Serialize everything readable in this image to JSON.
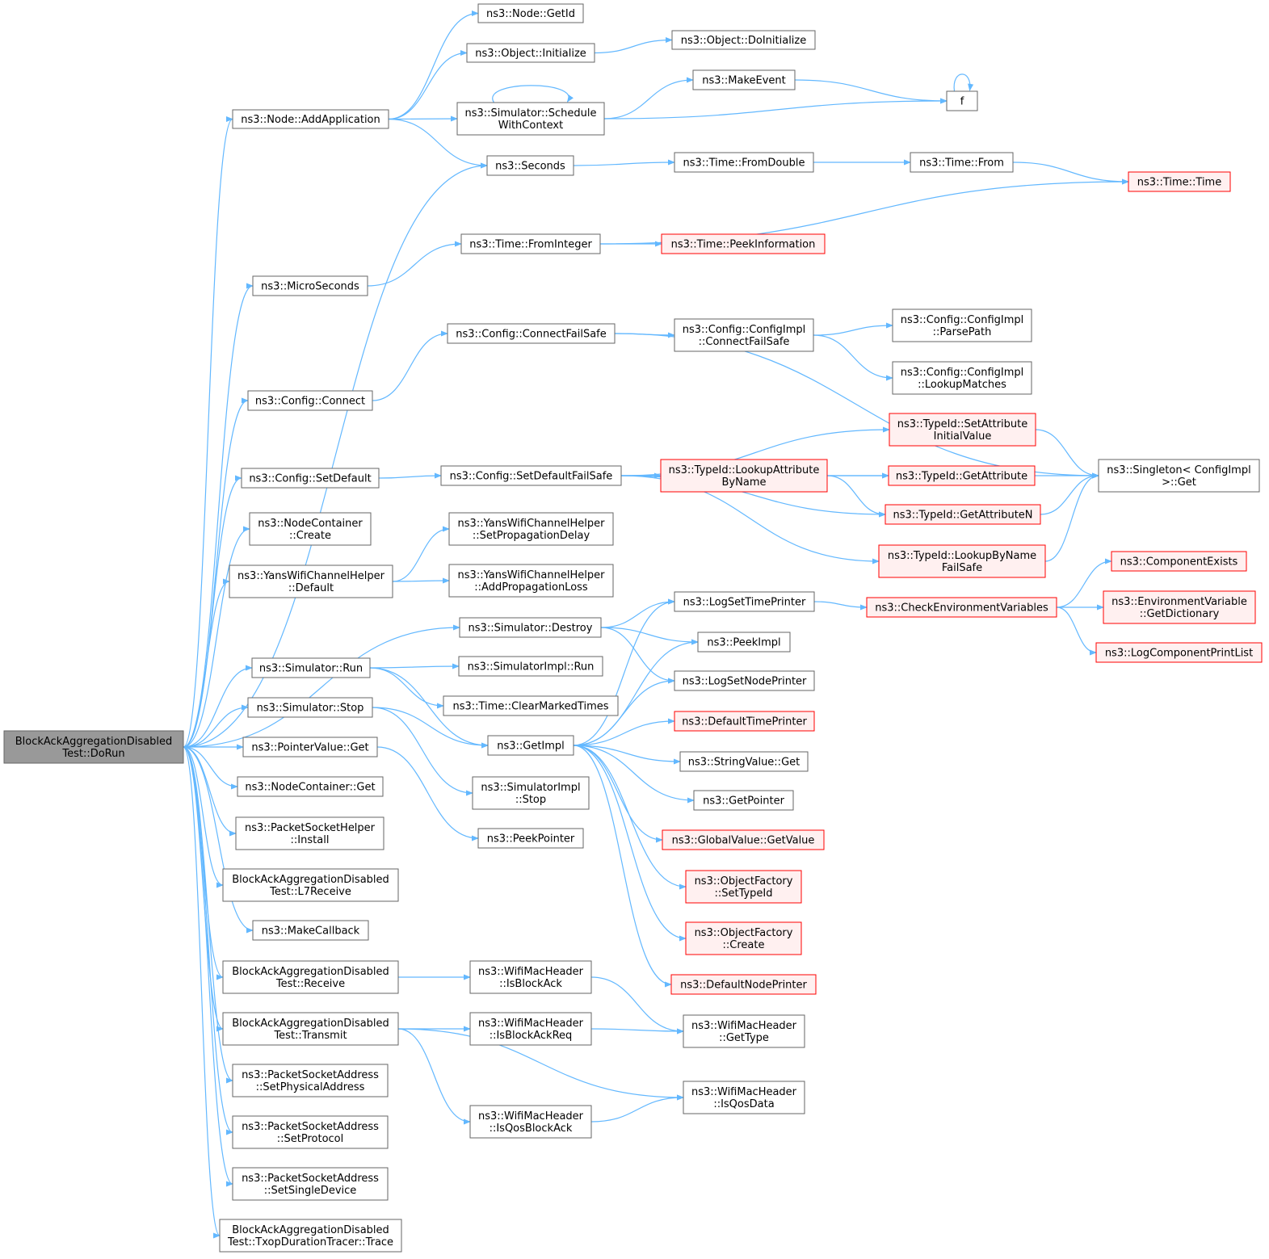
{
  "colors": {
    "edge": "#63b8ff",
    "node_fill": "#ffffff",
    "node_stroke": "#666666",
    "root_fill": "#999999",
    "root_stroke": "#666666",
    "external_fill": "#fff0f0",
    "external_stroke": "#ff0000"
  },
  "nodes": [
    {
      "id": "root",
      "lines": [
        "BlockAckAggregationDisabled",
        "Test::DoRun"
      ],
      "kind": "root"
    },
    {
      "id": "addapp",
      "lines": [
        "ns3::Node::AddApplication"
      ],
      "kind": "normal"
    },
    {
      "id": "getid",
      "lines": [
        "ns3::Node::GetId"
      ],
      "kind": "normal"
    },
    {
      "id": "objinit",
      "lines": [
        "ns3::Object::Initialize"
      ],
      "kind": "normal"
    },
    {
      "id": "doinit",
      "lines": [
        "ns3::Object::DoInitialize"
      ],
      "kind": "normal"
    },
    {
      "id": "schedctx",
      "lines": [
        "ns3::Simulator::Schedule",
        "WithContext"
      ],
      "kind": "normal"
    },
    {
      "id": "makeevent",
      "lines": [
        "ns3::MakeEvent"
      ],
      "kind": "normal"
    },
    {
      "id": "f",
      "lines": [
        "f"
      ],
      "kind": "normal"
    },
    {
      "id": "seconds",
      "lines": [
        "ns3::Seconds"
      ],
      "kind": "normal"
    },
    {
      "id": "fromdouble",
      "lines": [
        "ns3::Time::FromDouble"
      ],
      "kind": "normal"
    },
    {
      "id": "timefrom",
      "lines": [
        "ns3::Time::From"
      ],
      "kind": "normal"
    },
    {
      "id": "timetime",
      "lines": [
        "ns3::Time::Time"
      ],
      "kind": "external"
    },
    {
      "id": "micro",
      "lines": [
        "ns3::MicroSeconds"
      ],
      "kind": "normal"
    },
    {
      "id": "fromint",
      "lines": [
        "ns3::Time::FromInteger"
      ],
      "kind": "normal"
    },
    {
      "id": "peekinfo",
      "lines": [
        "ns3::Time::PeekInformation"
      ],
      "kind": "external"
    },
    {
      "id": "cfgconnect",
      "lines": [
        "ns3::Config::Connect"
      ],
      "kind": "normal"
    },
    {
      "id": "cfgconnfs",
      "lines": [
        "ns3::Config::ConnectFailSafe"
      ],
      "kind": "normal"
    },
    {
      "id": "cfgimplconn",
      "lines": [
        "ns3::Config::ConfigImpl",
        "::ConnectFailSafe"
      ],
      "kind": "normal"
    },
    {
      "id": "parsepath",
      "lines": [
        "ns3::Config::ConfigImpl",
        "::ParsePath"
      ],
      "kind": "normal"
    },
    {
      "id": "lookupmatches",
      "lines": [
        "ns3::Config::ConfigImpl",
        "::LookupMatches"
      ],
      "kind": "normal"
    },
    {
      "id": "singleton",
      "lines": [
        "ns3::Singleton< ConfigImpl",
        ">::Get"
      ],
      "kind": "normal"
    },
    {
      "id": "cfgsetdef",
      "lines": [
        "ns3::Config::SetDefault"
      ],
      "kind": "normal"
    },
    {
      "id": "cfgsetdeffs",
      "lines": [
        "ns3::Config::SetDefaultFailSafe"
      ],
      "kind": "normal"
    },
    {
      "id": "setattrinit",
      "lines": [
        "ns3::TypeId::SetAttribute",
        "InitialValue"
      ],
      "kind": "external"
    },
    {
      "id": "lookupattr",
      "lines": [
        "ns3::TypeId::LookupAttribute",
        "ByName"
      ],
      "kind": "external"
    },
    {
      "id": "getattr",
      "lines": [
        "ns3::TypeId::GetAttribute"
      ],
      "kind": "external"
    },
    {
      "id": "getattrn",
      "lines": [
        "ns3::TypeId::GetAttributeN"
      ],
      "kind": "external"
    },
    {
      "id": "lookupbyname",
      "lines": [
        "ns3::TypeId::LookupByName",
        "FailSafe"
      ],
      "kind": "external"
    },
    {
      "id": "nccreate",
      "lines": [
        "ns3::NodeContainer",
        "::Create"
      ],
      "kind": "normal"
    },
    {
      "id": "yansdefault",
      "lines": [
        "ns3::YansWifiChannelHelper",
        "::Default"
      ],
      "kind": "normal"
    },
    {
      "id": "setprop",
      "lines": [
        "ns3::YansWifiChannelHelper",
        "::SetPropagationDelay"
      ],
      "kind": "normal"
    },
    {
      "id": "addprop",
      "lines": [
        "ns3::YansWifiChannelHelper",
        "::AddPropagationLoss"
      ],
      "kind": "normal"
    },
    {
      "id": "simdestroy",
      "lines": [
        "ns3::Simulator::Destroy"
      ],
      "kind": "normal"
    },
    {
      "id": "logsettime",
      "lines": [
        "ns3::LogSetTimePrinter"
      ],
      "kind": "normal"
    },
    {
      "id": "checkenv",
      "lines": [
        "ns3::CheckEnvironmentVariables"
      ],
      "kind": "external"
    },
    {
      "id": "compexists",
      "lines": [
        "ns3::ComponentExists"
      ],
      "kind": "external"
    },
    {
      "id": "envdict",
      "lines": [
        "ns3::EnvironmentVariable",
        "::GetDictionary"
      ],
      "kind": "external"
    },
    {
      "id": "logcompprint",
      "lines": [
        "ns3::LogComponentPrintList"
      ],
      "kind": "external"
    },
    {
      "id": "peekimpl",
      "lines": [
        "ns3::PeekImpl"
      ],
      "kind": "normal"
    },
    {
      "id": "simrun",
      "lines": [
        "ns3::Simulator::Run"
      ],
      "kind": "normal"
    },
    {
      "id": "simimplrun",
      "lines": [
        "ns3::SimulatorImpl::Run"
      ],
      "kind": "normal"
    },
    {
      "id": "logsetnode",
      "lines": [
        "ns3::LogSetNodePrinter"
      ],
      "kind": "normal"
    },
    {
      "id": "clearmarked",
      "lines": [
        "ns3::Time::ClearMarkedTimes"
      ],
      "kind": "normal"
    },
    {
      "id": "simstop",
      "lines": [
        "ns3::Simulator::Stop"
      ],
      "kind": "normal"
    },
    {
      "id": "defaulttime",
      "lines": [
        "ns3::DefaultTimePrinter"
      ],
      "kind": "external"
    },
    {
      "id": "getimpl",
      "lines": [
        "ns3::GetImpl"
      ],
      "kind": "normal"
    },
    {
      "id": "ptrget",
      "lines": [
        "ns3::PointerValue::Get"
      ],
      "kind": "normal"
    },
    {
      "id": "strget",
      "lines": [
        "ns3::StringValue::Get"
      ],
      "kind": "normal"
    },
    {
      "id": "ncget",
      "lines": [
        "ns3::NodeContainer::Get"
      ],
      "kind": "normal"
    },
    {
      "id": "simimplstop",
      "lines": [
        "ns3::SimulatorImpl",
        "::Stop"
      ],
      "kind": "normal"
    },
    {
      "id": "getpointer",
      "lines": [
        "ns3::GetPointer"
      ],
      "kind": "normal"
    },
    {
      "id": "psinstall",
      "lines": [
        "ns3::PacketSocketHelper",
        "::Install"
      ],
      "kind": "normal"
    },
    {
      "id": "peekpointer",
      "lines": [
        "ns3::PeekPointer"
      ],
      "kind": "normal"
    },
    {
      "id": "globget",
      "lines": [
        "ns3::GlobalValue::GetValue"
      ],
      "kind": "external"
    },
    {
      "id": "l7recv",
      "lines": [
        "BlockAckAggregationDisabled",
        "Test::L7Receive"
      ],
      "kind": "normal"
    },
    {
      "id": "ofsettype",
      "lines": [
        "ns3::ObjectFactory",
        "::SetTypeId"
      ],
      "kind": "external"
    },
    {
      "id": "makecb",
      "lines": [
        "ns3::MakeCallback"
      ],
      "kind": "normal"
    },
    {
      "id": "ofcreate",
      "lines": [
        "ns3::ObjectFactory",
        "::Create"
      ],
      "kind": "external"
    },
    {
      "id": "recv",
      "lines": [
        "BlockAckAggregationDisabled",
        "Test::Receive"
      ],
      "kind": "normal"
    },
    {
      "id": "isblockack",
      "lines": [
        "ns3::WifiMacHeader",
        "::IsBlockAck"
      ],
      "kind": "normal"
    },
    {
      "id": "defaultnode",
      "lines": [
        "ns3::DefaultNodePrinter"
      ],
      "kind": "external"
    },
    {
      "id": "transmit",
      "lines": [
        "BlockAckAggregationDisabled",
        "Test::Transmit"
      ],
      "kind": "normal"
    },
    {
      "id": "isblockackreq",
      "lines": [
        "ns3::WifiMacHeader",
        "::IsBlockAckReq"
      ],
      "kind": "normal"
    },
    {
      "id": "gettype",
      "lines": [
        "ns3::WifiMacHeader",
        "::GetType"
      ],
      "kind": "normal"
    },
    {
      "id": "setphys",
      "lines": [
        "ns3::PacketSocketAddress",
        "::SetPhysicalAddress"
      ],
      "kind": "normal"
    },
    {
      "id": "isqosdata",
      "lines": [
        "ns3::WifiMacHeader",
        "::IsQosData"
      ],
      "kind": "normal"
    },
    {
      "id": "isqosblockack",
      "lines": [
        "ns3::WifiMacHeader",
        "::IsQosBlockAck"
      ],
      "kind": "normal"
    },
    {
      "id": "setproto",
      "lines": [
        "ns3::PacketSocketAddress",
        "::SetProtocol"
      ],
      "kind": "normal"
    },
    {
      "id": "setsingle",
      "lines": [
        "ns3::PacketSocketAddress",
        "::SetSingleDevice"
      ],
      "kind": "normal"
    },
    {
      "id": "txoptrace",
      "lines": [
        "BlockAckAggregationDisabled",
        "Test::TxopDurationTracer::Trace"
      ],
      "kind": "normal"
    }
  ],
  "edges": [
    [
      "root",
      "addapp"
    ],
    [
      "root",
      "seconds"
    ],
    [
      "root",
      "micro"
    ],
    [
      "root",
      "cfgconnect"
    ],
    [
      "root",
      "cfgsetdef"
    ],
    [
      "root",
      "nccreate"
    ],
    [
      "root",
      "yansdefault"
    ],
    [
      "root",
      "simdestroy"
    ],
    [
      "root",
      "simrun"
    ],
    [
      "root",
      "simstop"
    ],
    [
      "root",
      "ptrget"
    ],
    [
      "root",
      "ncget"
    ],
    [
      "root",
      "psinstall"
    ],
    [
      "root",
      "l7recv"
    ],
    [
      "root",
      "makecb"
    ],
    [
      "root",
      "recv"
    ],
    [
      "root",
      "transmit"
    ],
    [
      "root",
      "setphys"
    ],
    [
      "root",
      "setproto"
    ],
    [
      "root",
      "setsingle"
    ],
    [
      "root",
      "txoptrace"
    ],
    [
      "addapp",
      "getid"
    ],
    [
      "addapp",
      "objinit"
    ],
    [
      "addapp",
      "schedctx"
    ],
    [
      "addapp",
      "seconds"
    ],
    [
      "objinit",
      "doinit"
    ],
    [
      "schedctx",
      "schedctx"
    ],
    [
      "schedctx",
      "makeevent"
    ],
    [
      "schedctx",
      "f"
    ],
    [
      "makeevent",
      "f"
    ],
    [
      "f",
      "f"
    ],
    [
      "seconds",
      "fromdouble"
    ],
    [
      "fromdouble",
      "timefrom"
    ],
    [
      "timefrom",
      "timetime"
    ],
    [
      "micro",
      "fromint"
    ],
    [
      "fromint",
      "timetime"
    ],
    [
      "fromint",
      "peekinfo"
    ],
    [
      "cfgconnect",
      "cfgconnfs"
    ],
    [
      "cfgconnfs",
      "cfgimplconn"
    ],
    [
      "cfgconnfs",
      "singleton"
    ],
    [
      "cfgimplconn",
      "parsepath"
    ],
    [
      "cfgimplconn",
      "lookupmatches"
    ],
    [
      "cfgsetdef",
      "cfgsetdeffs"
    ],
    [
      "cfgsetdeffs",
      "setattrinit"
    ],
    [
      "cfgsetdeffs",
      "getattr"
    ],
    [
      "cfgsetdeffs",
      "lookupattr"
    ],
    [
      "cfgsetdeffs",
      "getattrn"
    ],
    [
      "cfgsetdeffs",
      "lookupbyname"
    ],
    [
      "setattrinit",
      "singleton"
    ],
    [
      "lookupattr",
      "getattr"
    ],
    [
      "lookupattr",
      "getattrn"
    ],
    [
      "getattr",
      "singleton"
    ],
    [
      "getattrn",
      "singleton"
    ],
    [
      "lookupbyname",
      "singleton"
    ],
    [
      "yansdefault",
      "setprop"
    ],
    [
      "yansdefault",
      "addprop"
    ],
    [
      "simdestroy",
      "logsettime"
    ],
    [
      "simdestroy",
      "peekimpl"
    ],
    [
      "simdestroy",
      "logsetnode"
    ],
    [
      "logsettime",
      "checkenv"
    ],
    [
      "checkenv",
      "compexists"
    ],
    [
      "checkenv",
      "envdict"
    ],
    [
      "checkenv",
      "logcompprint"
    ],
    [
      "simrun",
      "simimplrun"
    ],
    [
      "simrun",
      "clearmarked"
    ],
    [
      "simrun",
      "getimpl"
    ],
    [
      "simstop",
      "getimpl"
    ],
    [
      "simstop",
      "simimplstop"
    ],
    [
      "ptrget",
      "peekpointer"
    ],
    [
      "getimpl",
      "logsettime"
    ],
    [
      "getimpl",
      "peekimpl"
    ],
    [
      "getimpl",
      "logsetnode"
    ],
    [
      "getimpl",
      "defaulttime"
    ],
    [
      "getimpl",
      "strget"
    ],
    [
      "getimpl",
      "getpointer"
    ],
    [
      "getimpl",
      "globget"
    ],
    [
      "getimpl",
      "ofsettype"
    ],
    [
      "getimpl",
      "ofcreate"
    ],
    [
      "getimpl",
      "defaultnode"
    ],
    [
      "recv",
      "isblockack"
    ],
    [
      "isblockack",
      "gettype"
    ],
    [
      "transmit",
      "isblockackreq"
    ],
    [
      "transmit",
      "isqosdata"
    ],
    [
      "transmit",
      "isqosblockack"
    ],
    [
      "isblockackreq",
      "gettype"
    ],
    [
      "isqosblockack",
      "isqosdata"
    ]
  ]
}
